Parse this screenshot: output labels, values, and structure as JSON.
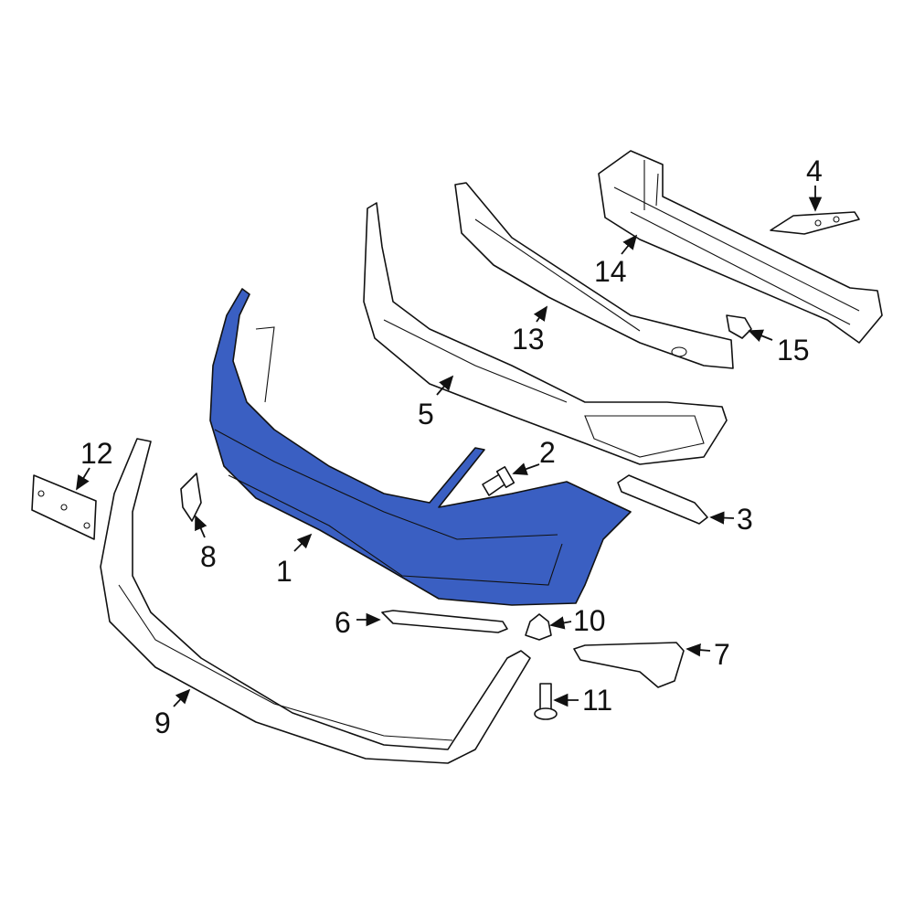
{
  "colors": {
    "highlight": "#3a5fc2",
    "line": "#111111",
    "background": "#ffffff"
  },
  "callouts": [
    {
      "id": "1",
      "text": "1"
    },
    {
      "id": "2",
      "text": "2"
    },
    {
      "id": "3",
      "text": "3"
    },
    {
      "id": "4",
      "text": "4"
    },
    {
      "id": "5",
      "text": "5"
    },
    {
      "id": "6",
      "text": "6"
    },
    {
      "id": "7",
      "text": "7"
    },
    {
      "id": "8",
      "text": "8"
    },
    {
      "id": "9",
      "text": "9"
    },
    {
      "id": "10",
      "text": "10"
    },
    {
      "id": "11",
      "text": "11"
    },
    {
      "id": "12",
      "text": "12"
    },
    {
      "id": "13",
      "text": "13"
    },
    {
      "id": "14",
      "text": "14"
    },
    {
      "id": "15",
      "text": "15"
    }
  ],
  "highlighted_part": "1"
}
